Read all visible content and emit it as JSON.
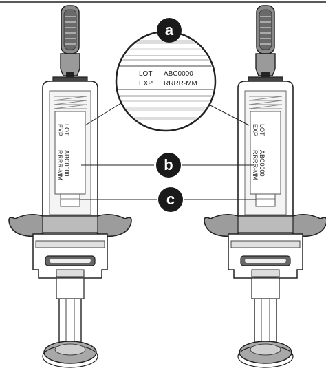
{
  "callouts": {
    "a": "a",
    "b": "b",
    "c": "c"
  },
  "magnifier": {
    "lot_label": "LOT",
    "lot_value": "ABC0000",
    "exp_label": "EXP",
    "exp_value": "RRRR-MM"
  },
  "syringe_left": {
    "lot_label": "LOT",
    "exp_label": "EXP",
    "lot_value": "ABC0000",
    "exp_value": "RRRR-MM"
  },
  "syringe_right": {
    "lot_label": "LOT",
    "exp_label": "EXP",
    "lot_value": "ABC0000",
    "exp_value": "RRRR-MM"
  },
  "colors": {
    "outline": "#222222",
    "grey_dark": "#6e6e6e",
    "grey_mid": "#a8a8a8",
    "grey_light": "#dcdcdc",
    "callout_fill": "#1a1a1a"
  }
}
